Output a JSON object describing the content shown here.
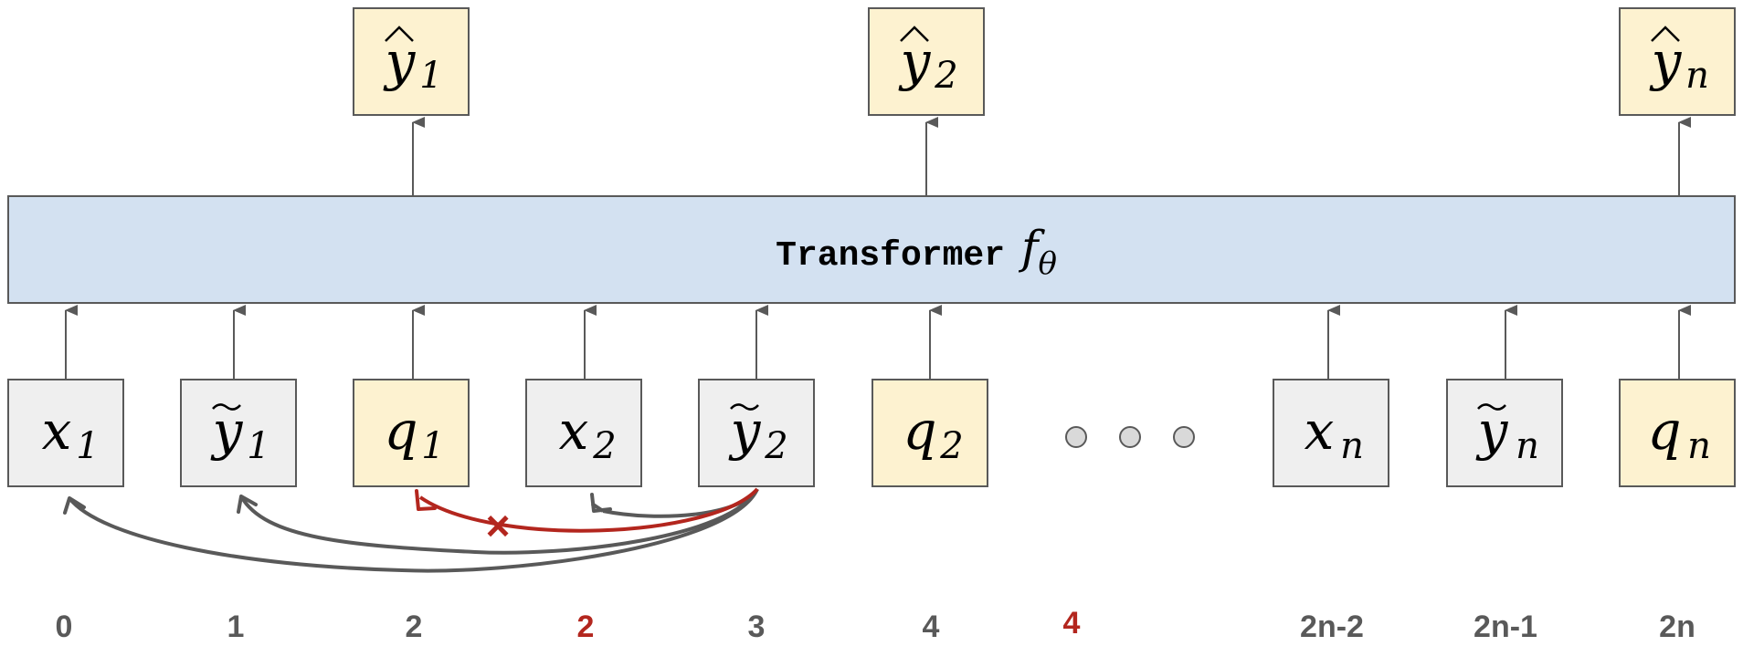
{
  "transformer": {
    "label_code": "Transformer",
    "label_math": "f",
    "label_sub": "θ"
  },
  "inputs": [
    {
      "base": "x",
      "sub": "1",
      "tilde": false,
      "kind": "gray"
    },
    {
      "base": "y",
      "sub": "1",
      "tilde": true,
      "kind": "gray"
    },
    {
      "base": "q",
      "sub": "1",
      "tilde": false,
      "kind": "yellow"
    },
    {
      "base": "x",
      "sub": "2",
      "tilde": false,
      "kind": "gray"
    },
    {
      "base": "y",
      "sub": "2",
      "tilde": true,
      "kind": "gray"
    },
    {
      "base": "q",
      "sub": "2",
      "tilde": false,
      "kind": "yellow"
    },
    {
      "base": "x",
      "sub": "n",
      "tilde": false,
      "kind": "gray"
    },
    {
      "base": "y",
      "sub": "n",
      "tilde": true,
      "kind": "gray"
    },
    {
      "base": "q",
      "sub": "n",
      "tilde": false,
      "kind": "yellow"
    }
  ],
  "outputs": [
    {
      "base": "y",
      "sub": "1",
      "hat": true
    },
    {
      "base": "y",
      "sub": "2",
      "hat": true
    },
    {
      "base": "y",
      "sub": "n",
      "hat": true
    }
  ],
  "positions": [
    {
      "label": "0",
      "highlight": false
    },
    {
      "label": "1",
      "highlight": false
    },
    {
      "label": "2",
      "highlight": false
    },
    {
      "label": "2",
      "highlight": true
    },
    {
      "label": "3",
      "highlight": false
    },
    {
      "label": "4",
      "highlight": false
    },
    {
      "label": "4",
      "highlight": true
    },
    {
      "label": "2n-2",
      "highlight": false
    },
    {
      "label": "2n-1",
      "highlight": false
    },
    {
      "label": "2n",
      "highlight": false
    }
  ],
  "blocked_mark": "×",
  "colors": {
    "gray_box": "#efefef",
    "yellow_box": "#fdf2d0",
    "transformer_fill": "#d3e1f1",
    "stroke": "#595959",
    "highlight": "#b3261e",
    "label": "#595959",
    "dots": "#d9d9d9"
  }
}
